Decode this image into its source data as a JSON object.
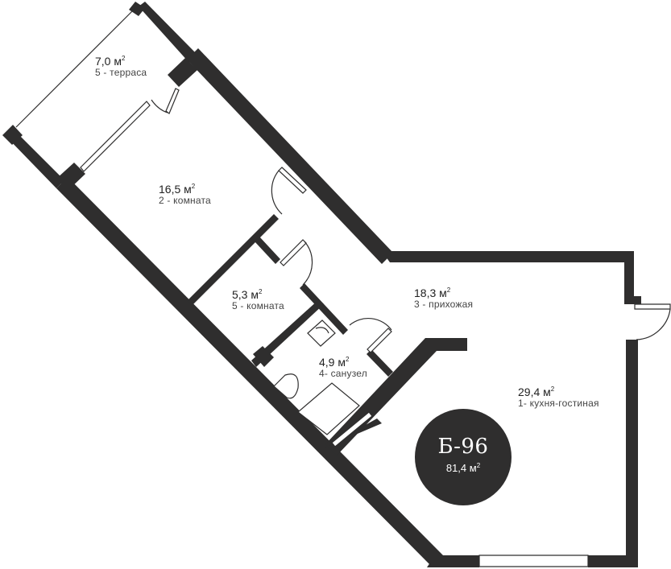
{
  "apartment": {
    "code": "Б-96",
    "total_area": "81,4 м",
    "area_unit_sup": "2"
  },
  "rooms": [
    {
      "number": "5",
      "name": "терраса",
      "area": "7,0 м",
      "label": "5 - терраса"
    },
    {
      "number": "2",
      "name": "комната",
      "area": "16,5 м",
      "label": "2 - комната"
    },
    {
      "number": "5",
      "name": "комната",
      "area": "5,3 м",
      "label": "5 - комната"
    },
    {
      "number": "3",
      "name": "прихожая",
      "area": "18,3 м",
      "label": "3 - прихожая"
    },
    {
      "number": "4",
      "name": "санузел",
      "area": "4,9 м",
      "label": "4- санузел"
    },
    {
      "number": "1",
      "name": "кухня-гостиная",
      "area": "29,4 м",
      "label": "1- кухня-гостиная"
    }
  ],
  "colors": {
    "wall": "#2f2e2e",
    "background": "#ffffff",
    "text": "#2f2f2f"
  }
}
